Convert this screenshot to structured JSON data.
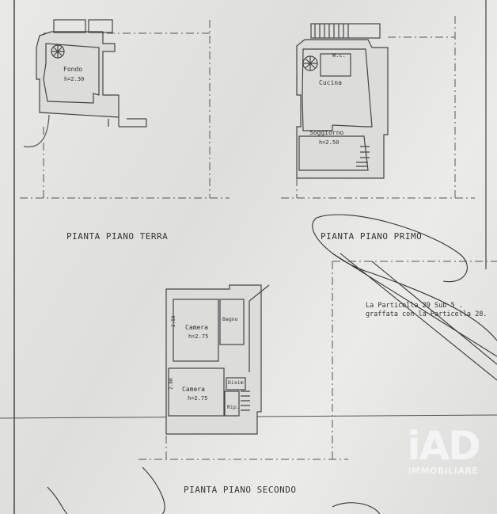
{
  "plans": [
    {
      "title": "PIANTA PIANO TERRA",
      "rooms": [
        {
          "name": "Fondo",
          "height": "h=2.30"
        }
      ]
    },
    {
      "title": "PIANTA PIANO PRIMO",
      "rooms": [
        {
          "name": "W.c."
        },
        {
          "name": "Cucina"
        },
        {
          "name": "Soggiorno",
          "height": "h=2.50"
        }
      ]
    },
    {
      "title": "PIANTA PIANO SECONDO",
      "rooms": [
        {
          "name": "Camera",
          "height": "h=2.75",
          "dim": "2.50"
        },
        {
          "name": "Bagno"
        },
        {
          "name": "Camera",
          "height": "h=2.75",
          "dim": "2.80"
        },
        {
          "name": "Disim."
        },
        {
          "name": "Rip."
        }
      ]
    }
  ],
  "note": {
    "line1": "La Particella 29 Sub 5 .",
    "line2": "graffata con la Particella 28."
  },
  "logo": {
    "mark": "iAD",
    "sub": "IMMOBILIARE"
  },
  "colors": {
    "paper": "#e4e4e2",
    "ink": "#2a2a2a",
    "logo": "#f4f4f4"
  }
}
